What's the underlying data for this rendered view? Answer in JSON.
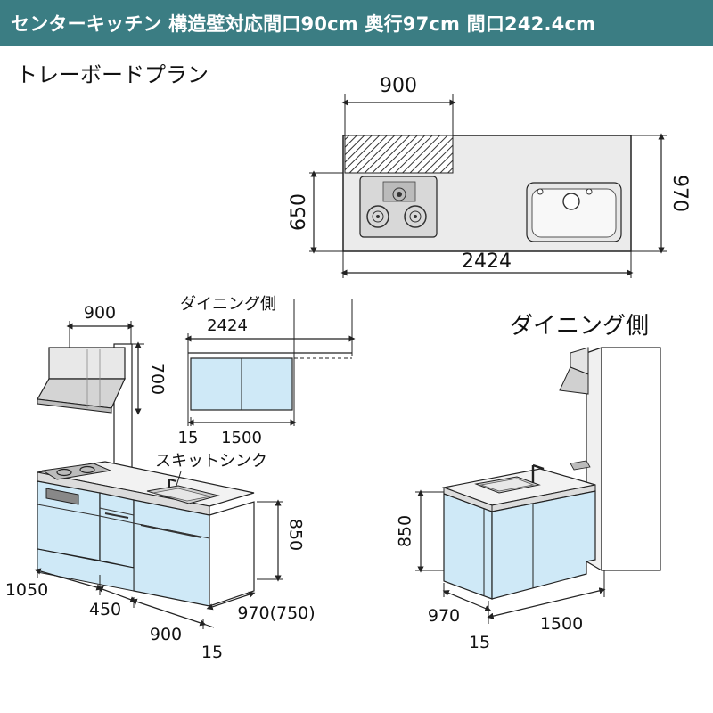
{
  "header": {
    "title": "センターキッチン 構造壁対応間口90cm 奥行97cm 間口242.4cm"
  },
  "plan": {
    "title": "トレーボードプラン",
    "dim_hood_width": "900",
    "dim_depth_total": "970",
    "dim_counter_depth": "650",
    "dim_total_width": "2424"
  },
  "front_view": {
    "dim_hood_width": "900",
    "dim_hood_height": "700",
    "dim_height": "850",
    "dim_seg_1": "1050",
    "dim_seg_2": "450",
    "dim_seg_3": "900",
    "dim_edge": "15",
    "dim_depth": "970(750)",
    "sink_label": "スキットシンク"
  },
  "dining_detail": {
    "side_label": "ダイニング側",
    "dim_total": "2424",
    "dim_edge": "15",
    "dim_panel": "1500"
  },
  "dining_view": {
    "title": "ダイニング側",
    "dim_height": "850",
    "dim_depth": "970",
    "dim_edge": "15",
    "dim_width": "1500"
  },
  "colors": {
    "banner": "#3b7d83",
    "cabinet": "#cfe9f7",
    "counter": "#f2f2f2",
    "line": "#222222"
  }
}
